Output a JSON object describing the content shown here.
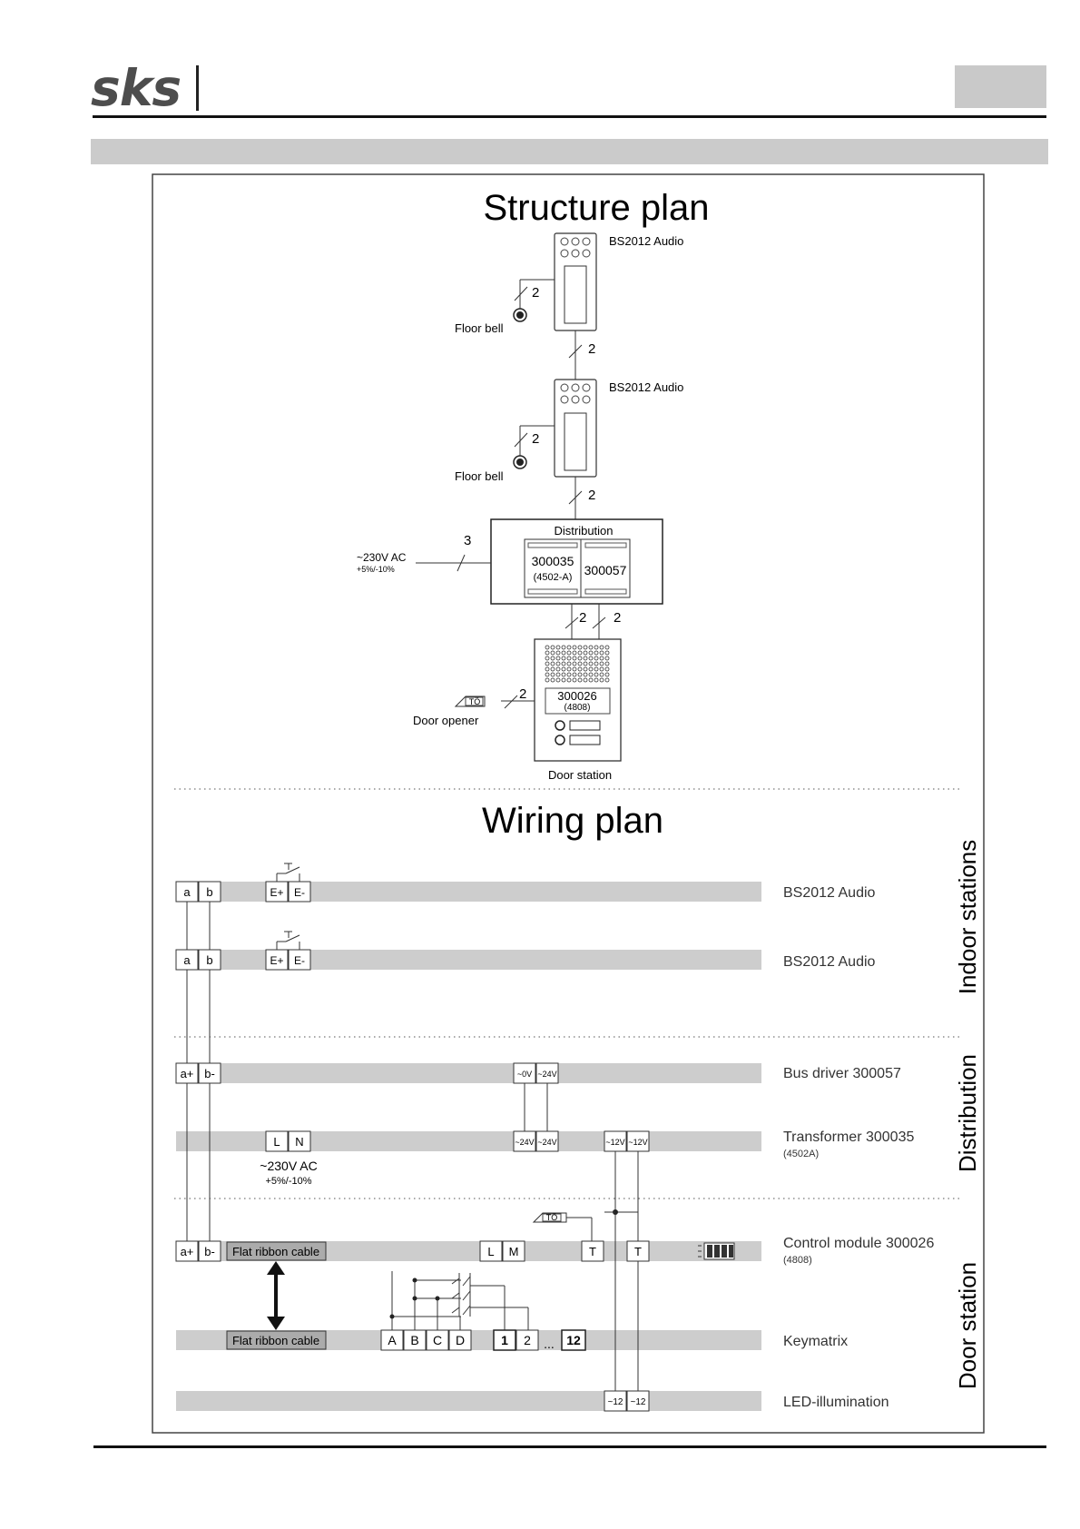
{
  "header": {
    "logo": "sks"
  },
  "structure_plan": {
    "title": "Structure plan",
    "indoor_1": {
      "label": "BS2012 Audio",
      "floor_bell": "Floor bell",
      "bell_wires": "2",
      "link_wires": "2"
    },
    "indoor_2": {
      "label": "BS2012 Audio",
      "floor_bell": "Floor bell",
      "bell_wires": "2",
      "link_wires": "2"
    },
    "distribution": {
      "title": "Distribution",
      "transformer": "300035",
      "transformer_sub": "(4502-A)",
      "bus_driver": "300057",
      "mains": "~230V AC",
      "mains_tol": "+5%/-10%",
      "mains_wires": "3",
      "out_wires_1": "2",
      "out_wires_2": "2"
    },
    "door_station": {
      "label": "Door station",
      "module": "300026",
      "module_sub": "(4808)",
      "opener": "Door opener",
      "opener_symbol": "TÖ",
      "opener_wires": "2"
    }
  },
  "wiring_plan": {
    "title": "Wiring plan",
    "groups": {
      "indoor": "Indoor stations",
      "distribution": "Distribution",
      "door": "Door station"
    },
    "rows": {
      "indoor_1": {
        "label": "BS2012 Audio",
        "terms": [
          "a",
          "b",
          "E+",
          "E-"
        ]
      },
      "indoor_2": {
        "label": "BS2012 Audio",
        "terms": [
          "a",
          "b",
          "E+",
          "E-"
        ]
      },
      "bus_driver": {
        "label": "Bus driver 300057",
        "terms": [
          "a+",
          "b-",
          "~0V",
          "~24V"
        ]
      },
      "transformer": {
        "label": "Transformer 300035",
        "sub": "(4502A)",
        "terms": [
          "L",
          "N",
          "~24V",
          "~24V",
          "~12V",
          "~12V"
        ],
        "mains": "~230V AC",
        "mains_tol": "+5%/-10%"
      },
      "control": {
        "label": "Control module 300026",
        "sub": "(4808)",
        "terms": [
          "a+",
          "b-",
          "L",
          "M",
          "T",
          "T"
        ],
        "ribbon": "Flat ribbon cable",
        "opener_symbol": "TÖ"
      },
      "keymatrix": {
        "label": "Keymatrix",
        "ribbon": "Flat ribbon cable",
        "terms": [
          "A",
          "B",
          "C",
          "D",
          "1",
          "2",
          "...",
          "12"
        ]
      },
      "led": {
        "label": "LED-illumination",
        "terms": [
          "~12",
          "~12"
        ]
      }
    }
  }
}
